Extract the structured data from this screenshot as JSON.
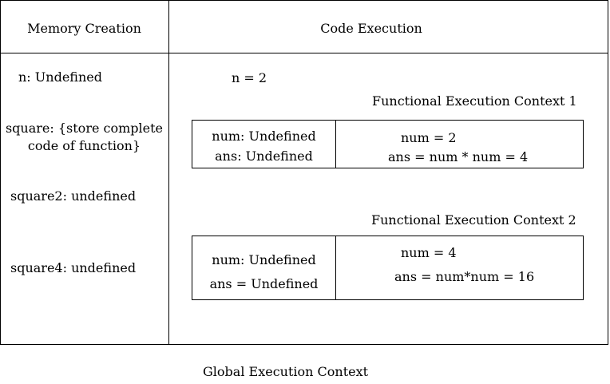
{
  "headers": {
    "memory": "Memory Creation",
    "code": "Code Execution"
  },
  "memory": {
    "n": "n: Undefined",
    "square_line1": "square: {store complete",
    "square_line2": "code of function}",
    "square2": "square2: undefined",
    "square4": "square4: undefined"
  },
  "code": {
    "n_assign": "n = 2"
  },
  "fec1": {
    "title": "Functional Execution Context 1",
    "memory_line1": "num: Undefined",
    "memory_line2": "ans: Undefined",
    "code_line1": "num = 2",
    "code_line2": "ans = num * num = 4"
  },
  "fec2": {
    "title": "Functional Execution Context 2",
    "memory_line1": "num: Undefined",
    "memory_line2": "ans = Undefined",
    "code_line1": "num = 4",
    "code_line2": "ans = num*num = 16"
  },
  "footer": "Global Execution Context"
}
